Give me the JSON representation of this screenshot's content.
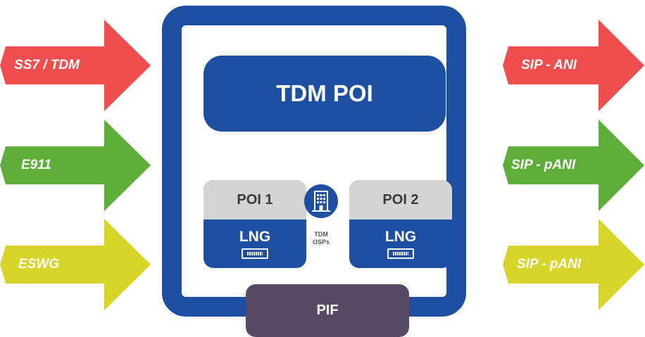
{
  "colors": {
    "red": "#f04e4e",
    "green": "#5fae3c",
    "yellow": "#d7d42a",
    "blue": "#1f4fa0",
    "gray": "#d4d4d4",
    "purple": "#594a63"
  },
  "inputs": [
    {
      "label": "SS7 / TDM",
      "color": "#f04e4e"
    },
    {
      "label": "E911",
      "color": "#5fae3c"
    },
    {
      "label": "ESWG",
      "color": "#d7d42a"
    }
  ],
  "outputs": [
    {
      "label": "SIP - ANI",
      "color": "#f04e4e"
    },
    {
      "label": "SIP - pANI",
      "color": "#5fae3c"
    },
    {
      "label": "SIP - pANI",
      "color": "#d7d42a"
    }
  ],
  "center": {
    "title": "TDM POI",
    "poi1": {
      "title": "POI 1",
      "device": "LNG"
    },
    "poi2": {
      "title": "POI 2",
      "device": "LNG"
    },
    "osp_label_1": "TDM",
    "osp_label_2": "OSPs",
    "osp_icon": "building-icon",
    "device_icon": "server-rack-icon",
    "pif": "PIF"
  }
}
